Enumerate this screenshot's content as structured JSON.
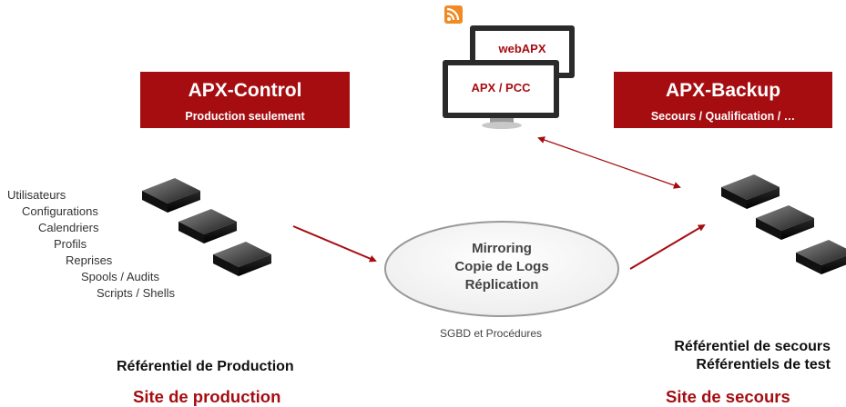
{
  "monitors": {
    "back_label": "webAPX",
    "front_label": "APX / PCC",
    "rss_icon": "rss-icon"
  },
  "control": {
    "title": "APX-Control",
    "subtitle": "Production seulement"
  },
  "backup": {
    "title": "APX-Backup",
    "subtitle": "Secours / Qualification / …"
  },
  "items": [
    "Utilisateurs",
    "Configurations",
    "Calendriers",
    "Profils",
    "Reprises",
    "Spools / Audits",
    "Scripts / Shells"
  ],
  "center": {
    "lines": [
      "Mirroring",
      "Copie de Logs",
      "Réplication"
    ],
    "caption": "SGBD et Procédures"
  },
  "production": {
    "referential": "Référentiel de Production",
    "site": "Site de production"
  },
  "secours": {
    "referential_1": "Référentiel de secours",
    "referential_2": "Référentiels de test",
    "site": "Site de secours"
  },
  "colors": {
    "accent": "#a60d11",
    "server": "#1a1a1a",
    "ellipse_border": "#999999"
  }
}
